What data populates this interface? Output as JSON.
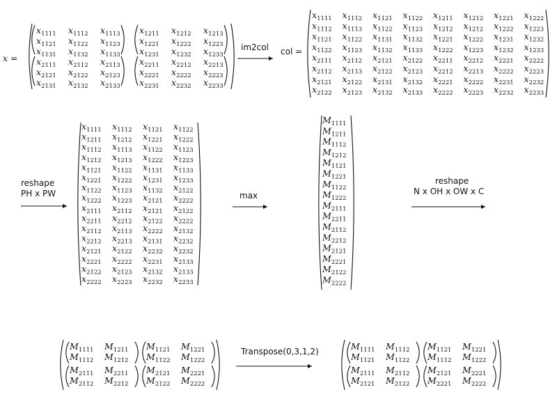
{
  "x_label": "x =",
  "col_label": "col =",
  "steps": {
    "im2col": "im2col",
    "reshape1_line1": "reshape",
    "reshape1_line2": "PH x PW",
    "max": "max",
    "reshape2_line1": "reshape",
    "reshape2_line2": "N x OH x OW x C",
    "transpose": "Transpose(0,3,1,2)"
  },
  "x_blocks": [
    [
      [
        "x|1111",
        "x|1112",
        "x|1113"
      ],
      [
        "x|1121",
        "x|1122",
        "x|1123"
      ],
      [
        "x|1131",
        "x|1132",
        "x|1133"
      ]
    ],
    [
      [
        "x|1211",
        "x|1212",
        "x|1213"
      ],
      [
        "x|1221",
        "x|1222",
        "x|1223"
      ],
      [
        "x|1231",
        "x|1232",
        "x|1233"
      ]
    ],
    [
      [
        "x|2111",
        "x|2112",
        "x|2113"
      ],
      [
        "x|2121",
        "x|2122",
        "x|2123"
      ],
      [
        "x|2131",
        "x|2132",
        "x|2133"
      ]
    ],
    [
      [
        "x|2211",
        "x|2212",
        "x|2213"
      ],
      [
        "x|2221",
        "x|2222",
        "x|2223"
      ],
      [
        "x|2231",
        "x|2232",
        "x|2233"
      ]
    ]
  ],
  "col_matrix": [
    [
      "x|1111",
      "x|1112",
      "x|1121",
      "x|1122",
      "x|1211",
      "x|1212",
      "x|1221",
      "x|1222"
    ],
    [
      "x|1112",
      "x|1113",
      "x|1122",
      "x|1123",
      "x|1212",
      "x|1212",
      "x|1222",
      "x|1223"
    ],
    [
      "x|1121",
      "x|1122",
      "x|1131",
      "x|1132",
      "x|1221",
      "x|1222",
      "x|1231",
      "x|1232"
    ],
    [
      "x|1122",
      "x|1123",
      "x|1132",
      "x|1133",
      "x|1222",
      "x|1223",
      "x|1232",
      "x|1233"
    ],
    [
      "x|2111",
      "x|2112",
      "x|2121",
      "x|2122",
      "x|2211",
      "x|2212",
      "x|2221",
      "x|2222"
    ],
    [
      "x|2112",
      "x|2113",
      "x|2122",
      "x|2123",
      "x|2212",
      "x|2213",
      "x|2222",
      "x|2223"
    ],
    [
      "x|2121",
      "x|2122",
      "x|2131",
      "x|2132",
      "x|2221",
      "x|2222",
      "x|2231",
      "x|2232"
    ],
    [
      "x|2122",
      "x|2123",
      "x|2132",
      "x|2133",
      "x|2222",
      "x|2223",
      "x|2232",
      "x|2233"
    ]
  ],
  "reshaped_matrix": [
    [
      "x|1111",
      "x|1112",
      "x|1121",
      "x|1122"
    ],
    [
      "x|1211",
      "x|1212",
      "x|1221",
      "x|1222"
    ],
    [
      "x|1112",
      "x|1113",
      "x|1122",
      "x|1123"
    ],
    [
      "x|1212",
      "x|1213",
      "x|1222",
      "x|1223"
    ],
    [
      "x|1121",
      "x|1122",
      "x|1131",
      "x|1133"
    ],
    [
      "x|1221",
      "x|1222",
      "x|1231",
      "x|1233"
    ],
    [
      "x|1122",
      "x|1123",
      "x|1132",
      "x|2122"
    ],
    [
      "x|1222",
      "x|1223",
      "x|2121",
      "x|2222"
    ],
    [
      "x|2111",
      "x|2112",
      "x|2121",
      "x|2122"
    ],
    [
      "x|2211",
      "x|2212",
      "x|2122",
      "x|2222"
    ],
    [
      "x|2112",
      "x|2113",
      "x|2222",
      "x|2132"
    ],
    [
      "x|2212",
      "x|2213",
      "x|2131",
      "x|2232"
    ],
    [
      "x|2121",
      "x|2122",
      "x|2232",
      "x|2232"
    ],
    [
      "x|2221",
      "x|2222",
      "x|2231",
      "x|2133"
    ],
    [
      "x|2122",
      "x|2123",
      "x|2132",
      "x|2133"
    ],
    [
      "x|2222",
      "x|2223",
      "x|2232",
      "x|2233"
    ]
  ],
  "max_vector": [
    "M|1111",
    "M|1211",
    "M|1112",
    "M|1212",
    "M|1121",
    "M|1221",
    "M|1122",
    "M|1222",
    "M|2111",
    "M|2211",
    "M|2112",
    "M|2212",
    "M|2121",
    "M|2221",
    "M|2122",
    "M|2222"
  ],
  "nhwc_blocks": [
    [
      [
        "M|1111",
        "M|1211"
      ],
      [
        "M|1112",
        "M|1212"
      ]
    ],
    [
      [
        "M|1121",
        "M|1221"
      ],
      [
        "M|1122",
        "M|1222"
      ]
    ],
    [
      [
        "M|2111",
        "M|2211"
      ],
      [
        "M|2112",
        "M|2212"
      ]
    ],
    [
      [
        "M|2121",
        "M|2221"
      ],
      [
        "M|2122",
        "M|2222"
      ]
    ]
  ],
  "nchw_blocks": [
    [
      [
        "M|1111",
        "M|1112"
      ],
      [
        "M|1121",
        "M|1122"
      ]
    ],
    [
      [
        "M|1121",
        "M|1221"
      ],
      [
        "M|1112",
        "M|1222"
      ]
    ],
    [
      [
        "M|2111",
        "M|2112"
      ],
      [
        "M|2121",
        "M|2122"
      ]
    ],
    [
      [
        "M|2121",
        "M|2221"
      ],
      [
        "M|2221",
        "M|2222"
      ]
    ]
  ]
}
